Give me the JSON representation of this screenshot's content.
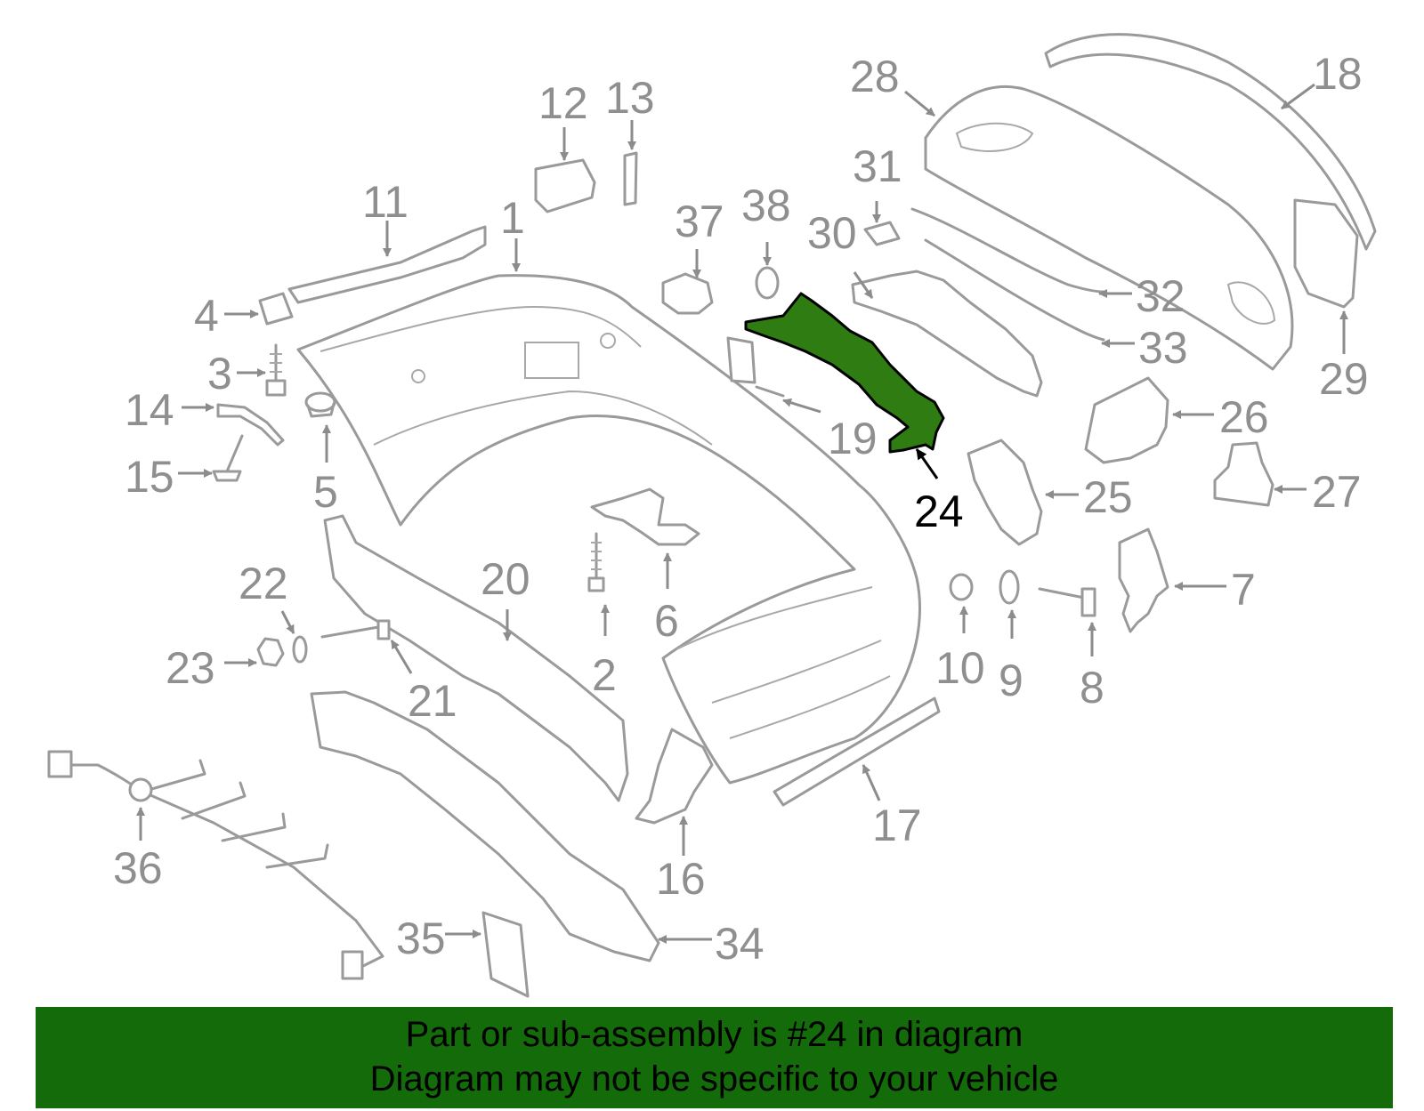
{
  "highlight_color": "#2f7d12",
  "banner_color": "#146b09",
  "callouts": {
    "c1": "1",
    "c2": "2",
    "c3": "3",
    "c4": "4",
    "c5": "5",
    "c6": "6",
    "c7": "7",
    "c8": "8",
    "c9": "9",
    "c10": "10",
    "c11": "11",
    "c12": "12",
    "c13": "13",
    "c14": "14",
    "c15": "15",
    "c16": "16",
    "c17": "17",
    "c18": "18",
    "c19": "19",
    "c20": "20",
    "c21": "21",
    "c22": "22",
    "c23": "23",
    "c24": "24",
    "c25": "25",
    "c26": "26",
    "c27": "27",
    "c28": "28",
    "c29": "29",
    "c30": "30",
    "c31": "31",
    "c32": "32",
    "c33": "33",
    "c34": "34",
    "c35": "35",
    "c36": "36",
    "c37": "37",
    "c38": "38"
  },
  "banner": {
    "line1": "Part or sub-assembly is #24 in diagram",
    "line2": "Diagram may not be specific to your vehicle"
  }
}
